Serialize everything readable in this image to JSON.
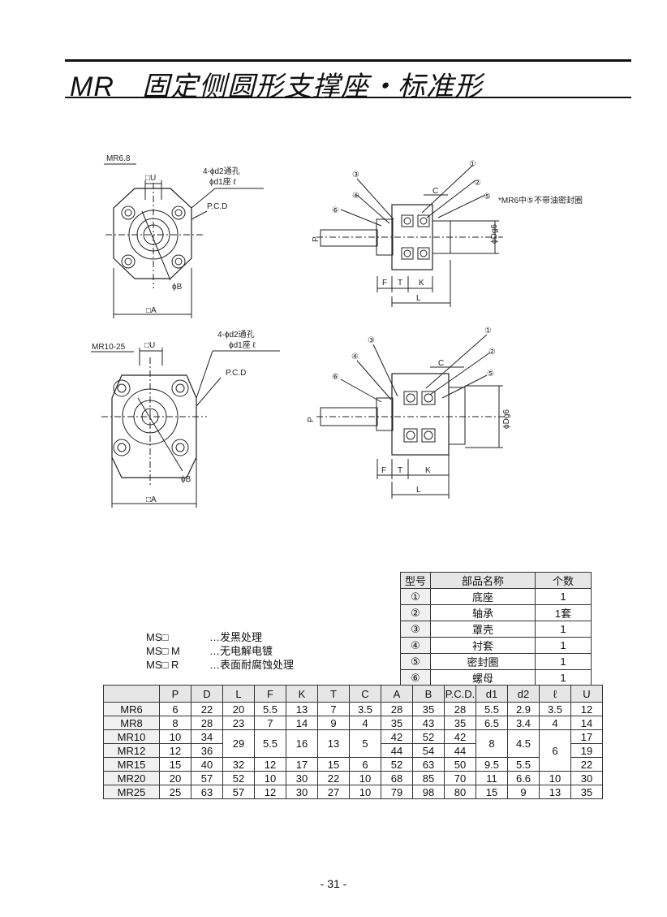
{
  "header": {
    "code": "MR",
    "title": "固定侧圆形支撑座・标准形"
  },
  "drawings": {
    "top_left_label": "MR6.8",
    "bottom_left_label": "MR10-25",
    "holes_note_1": "4-ϕd2通孔",
    "holes_note_2": "ϕd1座 ℓ",
    "pcd": "P.C.D",
    "dim_u": "□U",
    "dim_a": "□A",
    "dim_b": "ϕB",
    "dim_p": "P",
    "dim_dg6": "ϕDg6",
    "dim_c": "C",
    "dim_f": "F",
    "dim_t": "T",
    "dim_k": "K",
    "dim_l": "L",
    "note_mr6": "*MR6中⑤不带油密封圈",
    "markers": [
      "①",
      "②",
      "③",
      "④",
      "⑤",
      "⑥"
    ]
  },
  "parts_table": {
    "headers": [
      "型号",
      "部品名称",
      "个数"
    ],
    "rows": [
      {
        "no": "①",
        "name": "底座",
        "qty": "1"
      },
      {
        "no": "②",
        "name": "轴承",
        "qty": "1套"
      },
      {
        "no": "③",
        "name": "罩壳",
        "qty": "1"
      },
      {
        "no": "④",
        "name": "衬套",
        "qty": "1"
      },
      {
        "no": "⑤",
        "name": "密封圈",
        "qty": "1"
      },
      {
        "no": "⑥",
        "name": "螺母",
        "qty": "1"
      }
    ]
  },
  "finish_notes": [
    {
      "symbol": "MS□",
      "desc": "…发黑处理"
    },
    {
      "symbol": "MS□  M",
      "desc": "…无电解电镀"
    },
    {
      "symbol": "MS□  R",
      "desc": "…表面耐腐蚀处理"
    }
  ],
  "dim_table": {
    "headers": [
      "P",
      "D",
      "L",
      "F",
      "K",
      "T",
      "C",
      "A",
      "B",
      "P.C.D.",
      "d1",
      "d2",
      "ℓ",
      "U"
    ],
    "rows": [
      {
        "model": "MR6",
        "P": "6",
        "D": "22",
        "L": "20",
        "F": "5.5",
        "K": "13",
        "T": "7",
        "C": "3.5",
        "A": "28",
        "B": "35",
        "PCD": "28",
        "d1": "5.5",
        "d2": "2.9",
        "l": "3.5",
        "U": "12"
      },
      {
        "model": "MR8",
        "P": "8",
        "D": "28",
        "L": "23",
        "F": "7",
        "K": "14",
        "T": "9",
        "C": "4",
        "A": "35",
        "B": "43",
        "PCD": "35",
        "d1": "6.5",
        "d2": "3.4",
        "l": "4",
        "U": "14"
      },
      {
        "model": "MR10",
        "P": "10",
        "D": "34",
        "A": "42",
        "B": "52",
        "PCD": "42",
        "U": "17"
      },
      {
        "model": "MR12",
        "P": "12",
        "D": "36",
        "A": "44",
        "B": "54",
        "PCD": "44",
        "U": "19"
      },
      {
        "model": "MR15",
        "P": "15",
        "D": "40",
        "L": "32",
        "F": "12",
        "K": "17",
        "T": "15",
        "C": "6",
        "A": "52",
        "B": "63",
        "PCD": "50",
        "d1": "9.5",
        "d2": "5.5",
        "U": "22"
      },
      {
        "model": "MR20",
        "P": "20",
        "D": "57",
        "L": "52",
        "F": "10",
        "K": "30",
        "T": "22",
        "C": "10",
        "A": "68",
        "B": "85",
        "PCD": "70",
        "d1": "11",
        "d2": "6.6",
        "l": "10",
        "U": "30"
      },
      {
        "model": "MR25",
        "P": "25",
        "D": "63",
        "L": "57",
        "F": "12",
        "K": "30",
        "T": "27",
        "C": "10",
        "A": "79",
        "B": "98",
        "PCD": "80",
        "d1": "15",
        "d2": "9",
        "l": "13",
        "U": "35"
      }
    ],
    "merged_mr10_12": {
      "L": "29",
      "F": "5.5",
      "K": "16",
      "T": "13",
      "C": "5",
      "d1": "8",
      "d2": "4.5"
    },
    "merged_l_mr10_15": "6"
  },
  "page_number": "- 31 -"
}
